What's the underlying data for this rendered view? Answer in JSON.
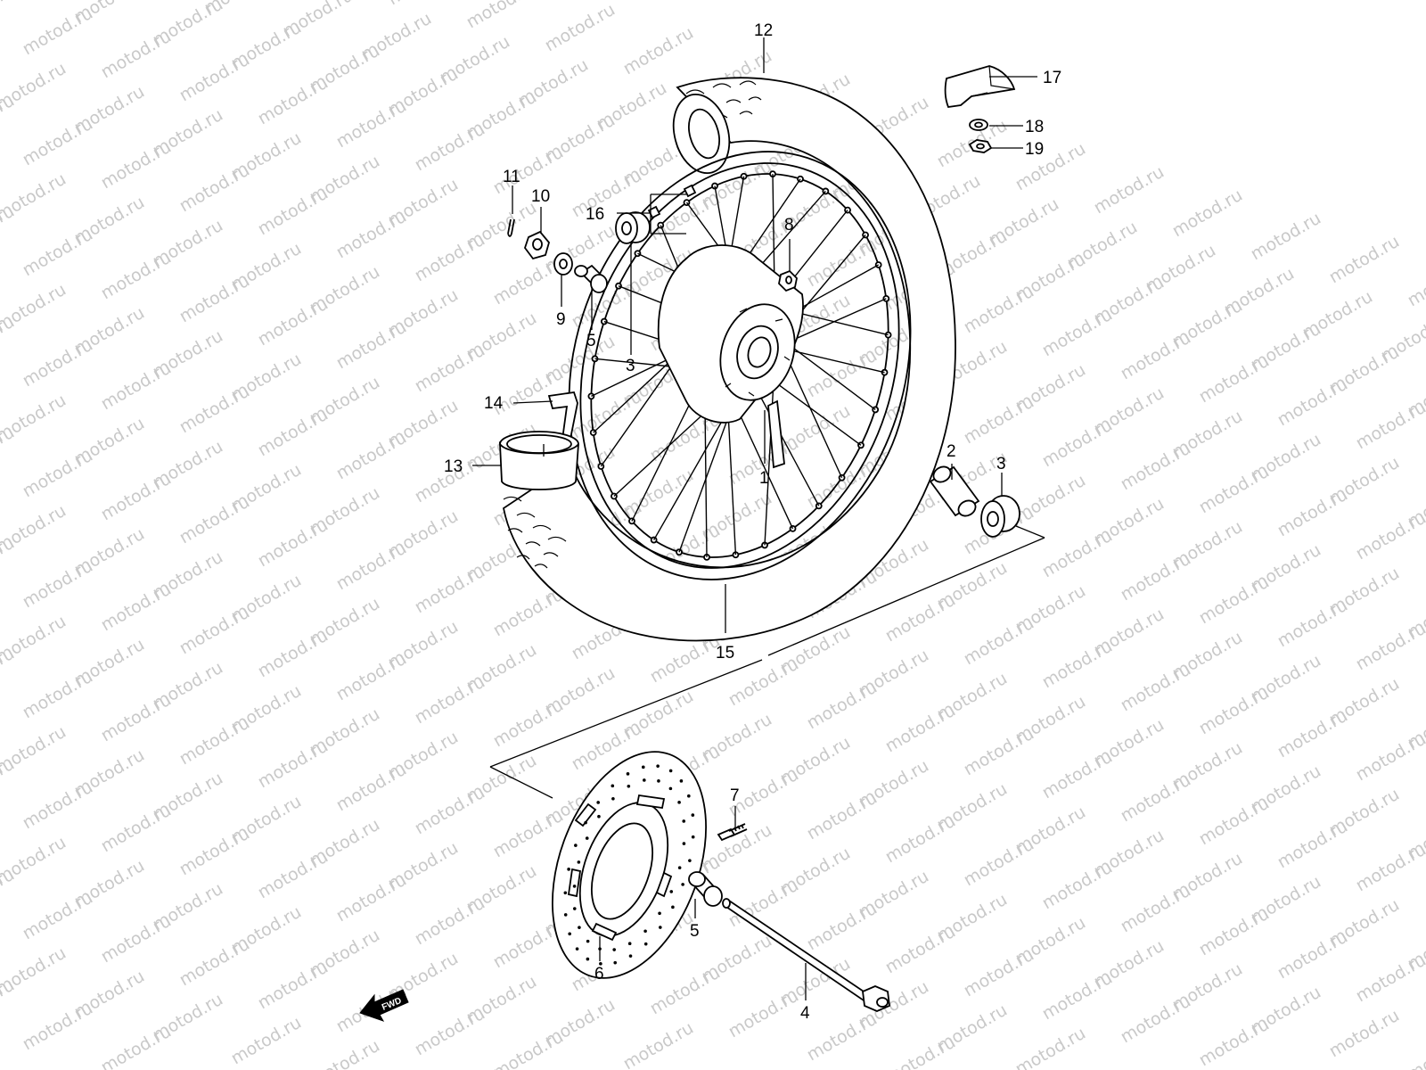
{
  "watermark": "motod.ru",
  "callouts": [
    {
      "id": "c1",
      "text": "1"
    },
    {
      "id": "c2",
      "text": "2"
    },
    {
      "id": "c3a",
      "text": "3"
    },
    {
      "id": "c3b",
      "text": "3"
    },
    {
      "id": "c4",
      "text": "4"
    },
    {
      "id": "c5a",
      "text": "5"
    },
    {
      "id": "c5b",
      "text": "5"
    },
    {
      "id": "c6",
      "text": "6"
    },
    {
      "id": "c7",
      "text": "7"
    },
    {
      "id": "c8",
      "text": "8"
    },
    {
      "id": "c9",
      "text": "9"
    },
    {
      "id": "c10",
      "text": "10"
    },
    {
      "id": "c11",
      "text": "11"
    },
    {
      "id": "c12",
      "text": "12"
    },
    {
      "id": "c13",
      "text": "13"
    },
    {
      "id": "c14",
      "text": "14"
    },
    {
      "id": "c15",
      "text": "15"
    },
    {
      "id": "c16",
      "text": "16"
    },
    {
      "id": "c17",
      "text": "17"
    },
    {
      "id": "c18",
      "text": "18"
    },
    {
      "id": "c19",
      "text": "19"
    }
  ],
  "fwd_label": "FWD"
}
